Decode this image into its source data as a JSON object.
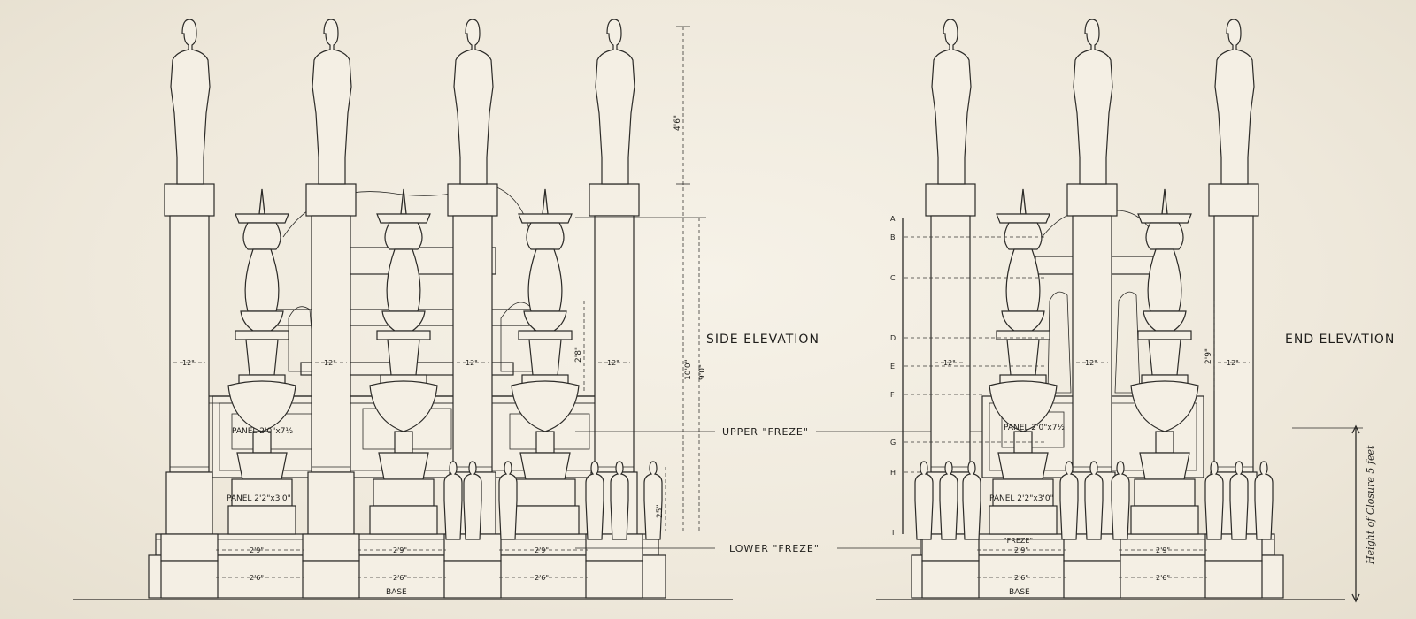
{
  "labels": {
    "side_elevation": "SIDE ELEVATION",
    "end_elevation": "END ELEVATION",
    "upper_freze": "UPPER \"FREZE\"",
    "lower_freze": "LOWER \"FREZE\"",
    "height_note": "Height of Closure 5 feet",
    "base": "BASE",
    "freze": "\"FREZE\""
  },
  "side": {
    "col_width": "12\"",
    "panel_upper": "PANEL 2'0\"x7½",
    "panel_lower": "PANEL 2'2\"x3'0\"",
    "dim_top": "4'6\"",
    "dim_10": "10'0\"",
    "dim_9": "9'0\"",
    "dim_28": "2'8\"",
    "dim_25": "25\"",
    "span_29": "2'9\"",
    "span_26": "2'6\""
  },
  "end": {
    "col_width": "12\"",
    "panel_upper": "PANEL 2'0\"x7½",
    "panel_lower": "PANEL 2'2\"x3'0\"",
    "dim_29": "2'9\"",
    "span_29": "2'9\"",
    "span_26": "2'6\"",
    "letters": [
      "A",
      "B",
      "C",
      "D",
      "E",
      "F",
      "G",
      "H",
      "I"
    ]
  },
  "colors": {
    "ink": "#2b2a27",
    "paper": "#f1ece0"
  }
}
